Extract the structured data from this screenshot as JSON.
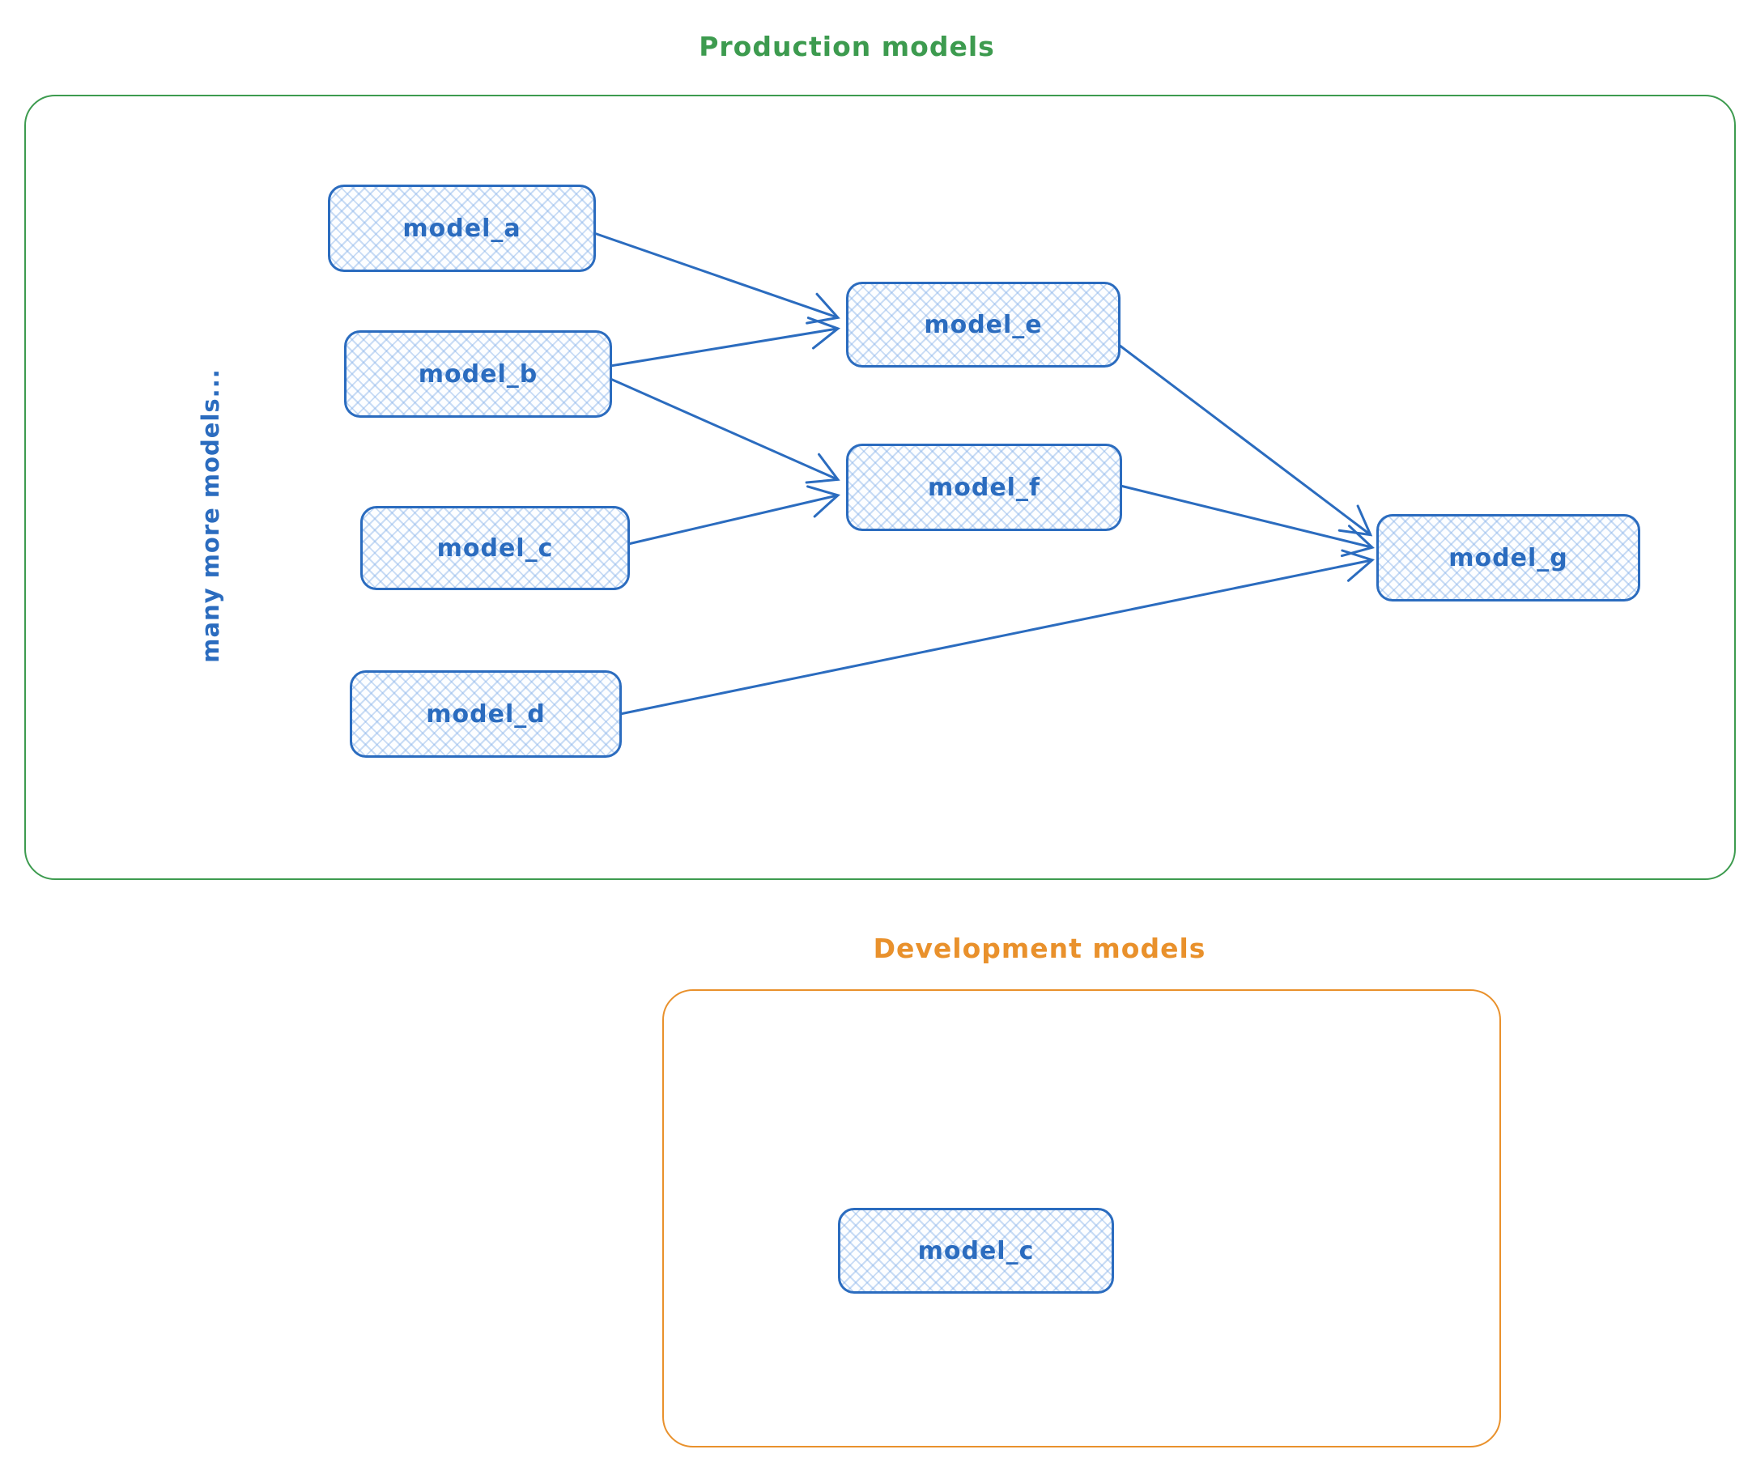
{
  "diagram": {
    "production": {
      "title": "Production models",
      "accent_color": "#3d9b4f",
      "side_label": "many more models...",
      "nodes": [
        {
          "id": "model_a",
          "label": "model_a"
        },
        {
          "id": "model_b",
          "label": "model_b"
        },
        {
          "id": "model_c",
          "label": "model_c"
        },
        {
          "id": "model_d",
          "label": "model_d"
        },
        {
          "id": "model_e",
          "label": "model_e"
        },
        {
          "id": "model_f",
          "label": "model_f"
        },
        {
          "id": "model_g",
          "label": "model_g"
        }
      ],
      "edges": [
        {
          "from": "model_a",
          "to": "model_e"
        },
        {
          "from": "model_b",
          "to": "model_e"
        },
        {
          "from": "model_b",
          "to": "model_f"
        },
        {
          "from": "model_c",
          "to": "model_f"
        },
        {
          "from": "model_d",
          "to": "model_g"
        },
        {
          "from": "model_e",
          "to": "model_g"
        },
        {
          "from": "model_f",
          "to": "model_g"
        }
      ]
    },
    "development": {
      "title": "Development models",
      "accent_color": "#e9912c",
      "nodes": [
        {
          "id": "model_c_dev",
          "label": "model_c"
        }
      ]
    },
    "node_style": {
      "border_color": "#2b6cbf",
      "fill_hatch_color": "#a9cbf0",
      "text_color": "#2b6cbf"
    }
  }
}
